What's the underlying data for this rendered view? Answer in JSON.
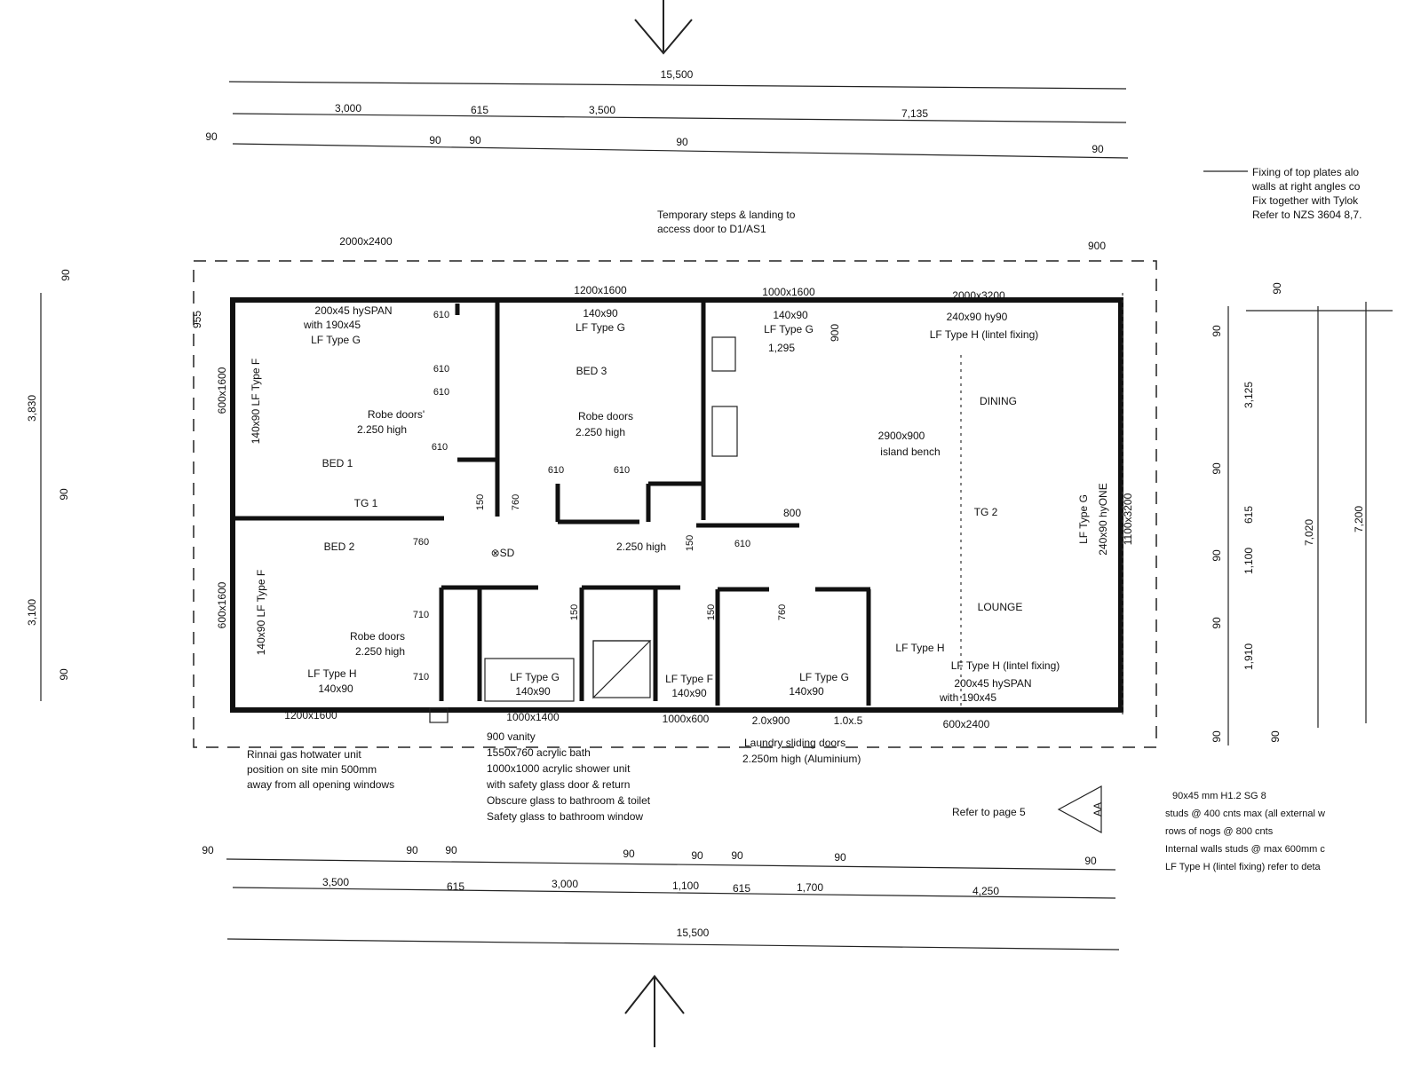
{
  "plan": {
    "dims_top": {
      "overall": "15,500",
      "d1": "3,000",
      "d2": "615",
      "d3": "3,500",
      "d4": "7,135",
      "w": "90"
    },
    "dims_bottom": {
      "overall": "15,500",
      "d1": "3,500",
      "d2": "615",
      "d3": "3,000",
      "d4": "1,100",
      "d5": "615",
      "d6": "1,700",
      "d7": "4,250",
      "w": "90"
    },
    "dims_left": {
      "w": "90",
      "d1": "3,830",
      "d2": "3,100"
    },
    "dims_right": {
      "w": "90",
      "d1": "3,125",
      "d2": "615",
      "d3": "1,100",
      "d4": "1,910",
      "d5": "7,020",
      "d6": "7,200"
    },
    "windows": {
      "w1": "2000x2400",
      "w2": "1200x1600",
      "w3": "1000x1600",
      "w4": "2000x3200",
      "w5": "1200x1600",
      "w6": "1000x1400",
      "w7": "1000x600",
      "w8": "2.0x900",
      "w9": "1.0x.5",
      "w10": "600x2400",
      "w11": "600x1600",
      "w12": "600x1600",
      "w13": "1100x3200",
      "d900": "900",
      "d955": "955",
      "d900b": "900"
    },
    "rooms": {
      "bed1": "BED 1",
      "bed2": "BED 2",
      "bed3": "BED 3",
      "dining": "DINING",
      "lounge": "LOUNGE",
      "tg1": "TG 1",
      "tg2": "TG 2",
      "sd": "⊗SD"
    },
    "lintels": {
      "hyspan": "200x45 hySPAN",
      "with190": "with 190x45",
      "lfg": "LF Type G",
      "lfh": "LF Type H",
      "lff": "LF Type F",
      "s140": "140x90",
      "lfh_lintel": "LF Type H (lintel fixing)",
      "hy90": "240x90 hy90",
      "hyone": "240x90 hyONE",
      "lff_rot": "140x90 LF Type F"
    },
    "misc": {
      "d610": "610",
      "d760": "760",
      "d710": "710",
      "d150": "150",
      "d800": "800",
      "d1295": "1,295",
      "robe": "Robe doors",
      "robe1": "Robe doors'",
      "high": "2.250 high",
      "island1": "2900x900",
      "island2": "island bench",
      "aa": "AA",
      "refer": "Refer to page 5"
    },
    "notes": {
      "steps": [
        "Temporary steps & landing to",
        "access door to D1/AS1"
      ],
      "top_plates": [
        "Fixing of top plates alo",
        "walls at right angles co",
        "Fix together with Tylok",
        "Refer to NZS 3604 8,7."
      ],
      "studs": [
        "90x45 mm H1.2 SG 8",
        "studs @ 400 cnts max (all external w",
        "rows of nogs @ 800 cnts",
        "Internal walls studs @ max 600mm c",
        "LF Type H (lintel fixing) refer to deta"
      ],
      "hotwater": [
        "Rinnai gas hotwater unit",
        "position on site min 500mm",
        "away from all opening windows"
      ],
      "bathroom": [
        "900 vanity",
        "1550x760 acrylic bath",
        "1000x1000 acrylic shower unit",
        "with safety glass door & return",
        "Obscure glass to bathroom & toilet",
        "Safety glass to bathroom window"
      ],
      "laundry": [
        "Laundry sliding doors",
        "2.250m high (Aluminium)"
      ]
    }
  }
}
